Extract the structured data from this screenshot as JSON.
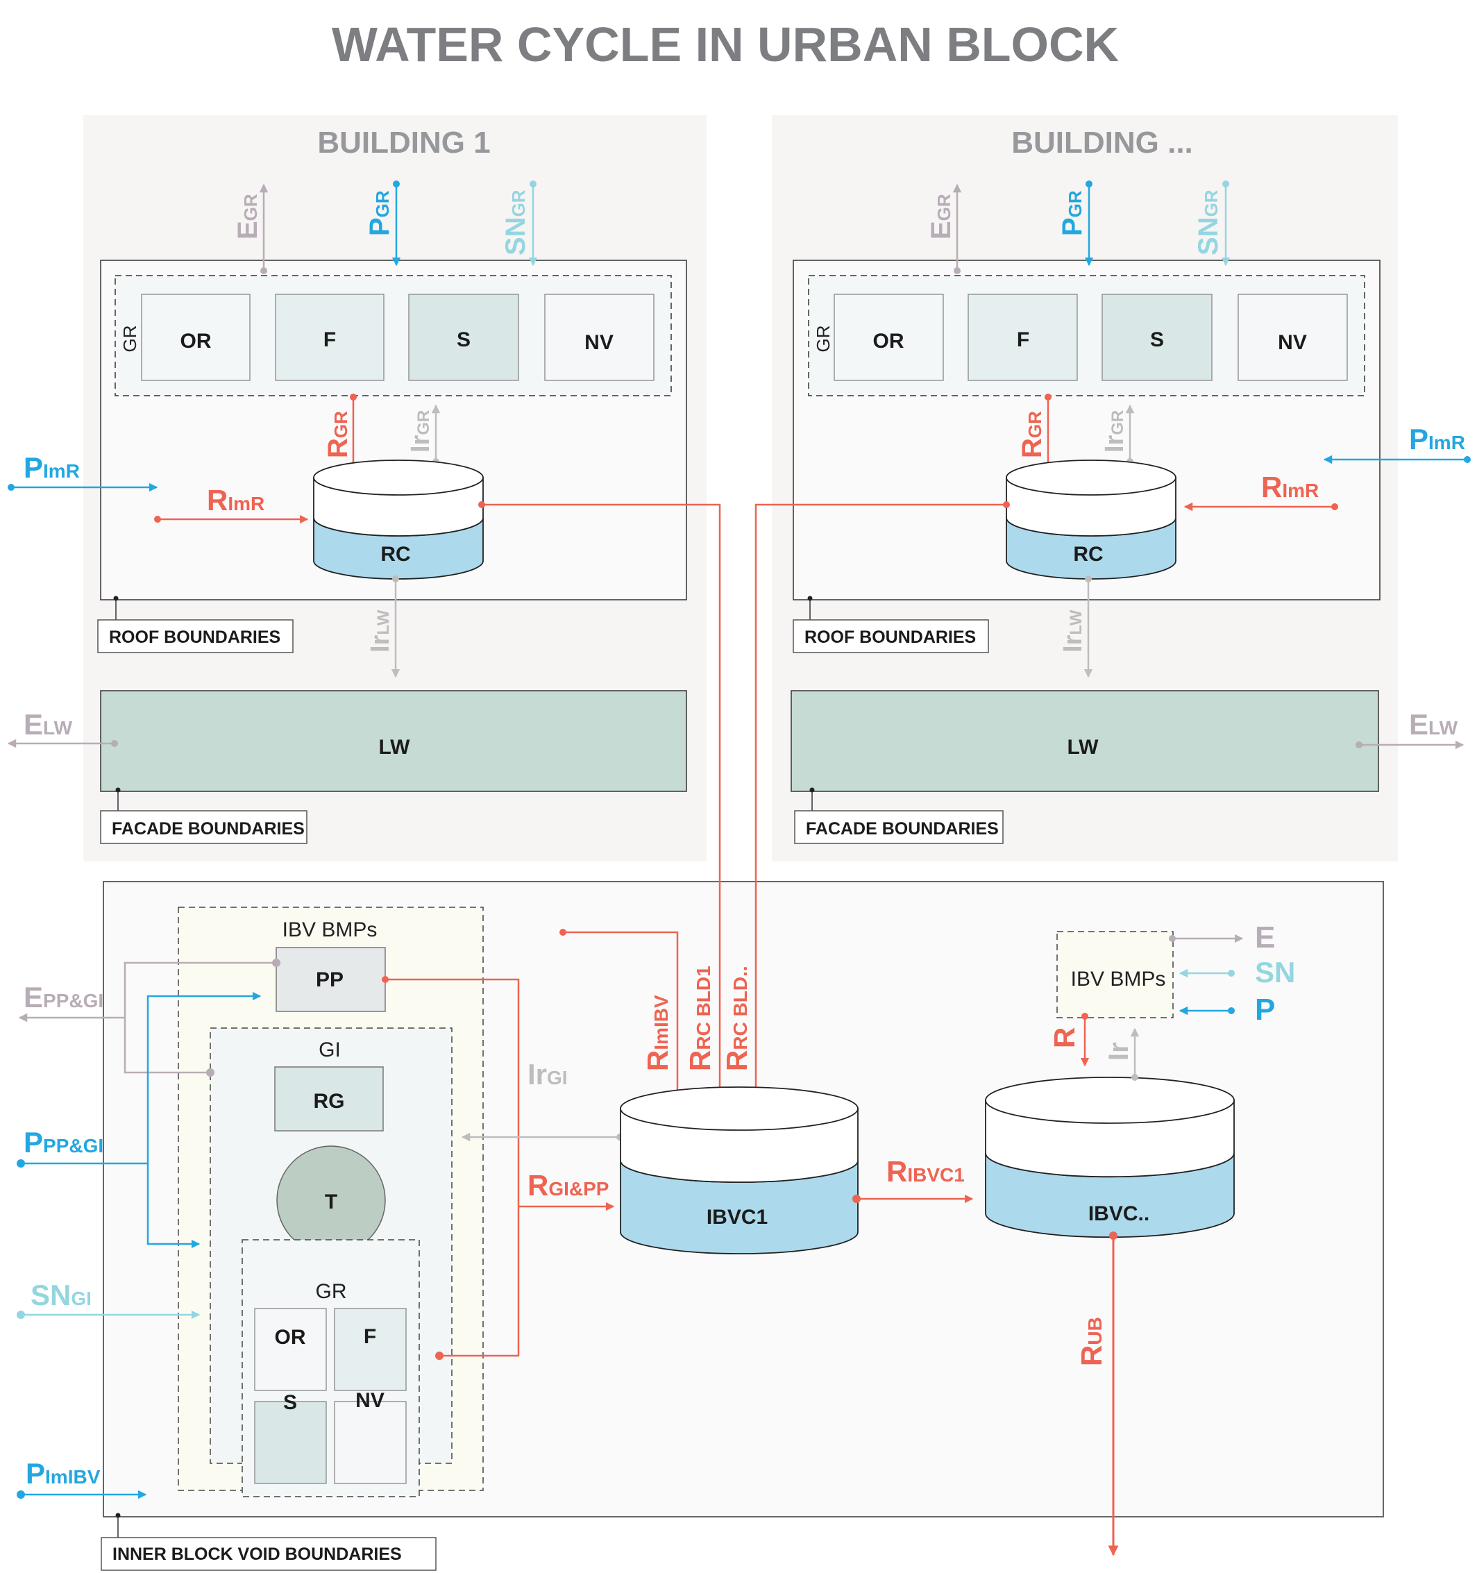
{
  "title": "WATER CYCLE IN URBAN BLOCK",
  "colors": {
    "runoff": "#ee6352",
    "precipitation": "#22a7e0",
    "snow": "#94d6e0",
    "evaporation": "#b8adb6",
    "irrigation": "#bdbdbd",
    "panel_bg": "#f7f4f4",
    "water": "#acd9ec",
    "living_wall": "#c5dbd4",
    "title_gray": "#7d7e82"
  },
  "buildings": [
    {
      "title": "BUILDING 1",
      "gr_label": "GR",
      "cells": [
        "OR",
        "F",
        "S",
        "NV"
      ],
      "tank_label": "RC",
      "living_wall_label": "LW",
      "roof_boundary_label": "ROOF BOUNDARIES",
      "facade_boundary_label": "FACADE BOUNDARIES",
      "flows": {
        "e_gr": {
          "main": "E",
          "sub": "GR"
        },
        "p_gr": {
          "main": "P",
          "sub": "GR"
        },
        "sn_gr": {
          "main": "SN",
          "sub": "GR"
        },
        "r_gr": {
          "main": "R",
          "sub": "GR"
        },
        "ir_gr": {
          "main": "Ir",
          "sub": "GR"
        },
        "p_imr": {
          "main": "P",
          "sub": "ImR"
        },
        "r_imr": {
          "main": "R",
          "sub": "ImR"
        },
        "ir_lw": {
          "main": "Ir",
          "sub": "LW"
        },
        "e_lw": {
          "main": "E",
          "sub": "LW"
        }
      }
    },
    {
      "title": "BUILDING ...",
      "gr_label": "GR",
      "cells": [
        "OR",
        "F",
        "S",
        "NV"
      ],
      "tank_label": "RC",
      "living_wall_label": "LW",
      "roof_boundary_label": "ROOF BOUNDARIES",
      "facade_boundary_label": "FACADE BOUNDARIES",
      "flows": {
        "e_gr": {
          "main": "E",
          "sub": "GR"
        },
        "p_gr": {
          "main": "P",
          "sub": "GR"
        },
        "sn_gr": {
          "main": "SN",
          "sub": "GR"
        },
        "r_gr": {
          "main": "R",
          "sub": "GR"
        },
        "ir_gr": {
          "main": "Ir",
          "sub": "GR"
        },
        "p_imr": {
          "main": "P",
          "sub": "ImR"
        },
        "r_imr": {
          "main": "R",
          "sub": "ImR"
        },
        "ir_lw": {
          "main": "Ir",
          "sub": "LW"
        },
        "e_lw": {
          "main": "E",
          "sub": "LW"
        }
      }
    }
  ],
  "inner_block": {
    "boundary_label": "INNER BLOCK VOID BOUNDARIES",
    "bmps_label": "IBV BMPs",
    "pp_label": "PP",
    "gi_label": "GI",
    "rg_label": "RG",
    "t_label": "T",
    "gr_label": "GR",
    "gr_cells": [
      "OR",
      "F",
      "S",
      "NV"
    ],
    "tank1_label": "IBVC1",
    "tank2_label": "IBVC..",
    "bmps2_label": "IBV BMPs",
    "flows": {
      "e_ppgi": {
        "main": "E",
        "sub": "PP&GI"
      },
      "p_ppgi": {
        "main": "P",
        "sub": "PP&GI"
      },
      "sn_gi": {
        "main": "SN",
        "sub": "GI"
      },
      "p_imibv": {
        "main": "P",
        "sub": "ImIBV"
      },
      "ir_gi": {
        "main": "Ir",
        "sub": "GI"
      },
      "r_gipp": {
        "main": "R",
        "sub": "GI&PP"
      },
      "r_imibv": {
        "main": "R",
        "sub": "ImIBV"
      },
      "r_rcbld1": {
        "main": "R",
        "sub": "RC BLD1"
      },
      "r_rcbldn": {
        "main": "R",
        "sub": "RC BLD.."
      },
      "r_ibvc1": {
        "main": "R",
        "sub": "IBVC1"
      },
      "r_ub": {
        "main": "R",
        "sub": "UB"
      },
      "e": {
        "main": "E",
        "sub": ""
      },
      "sn": {
        "main": "SN",
        "sub": ""
      },
      "p": {
        "main": "P",
        "sub": ""
      },
      "r": {
        "main": "R",
        "sub": ""
      },
      "ir": {
        "main": "Ir",
        "sub": ""
      }
    }
  }
}
